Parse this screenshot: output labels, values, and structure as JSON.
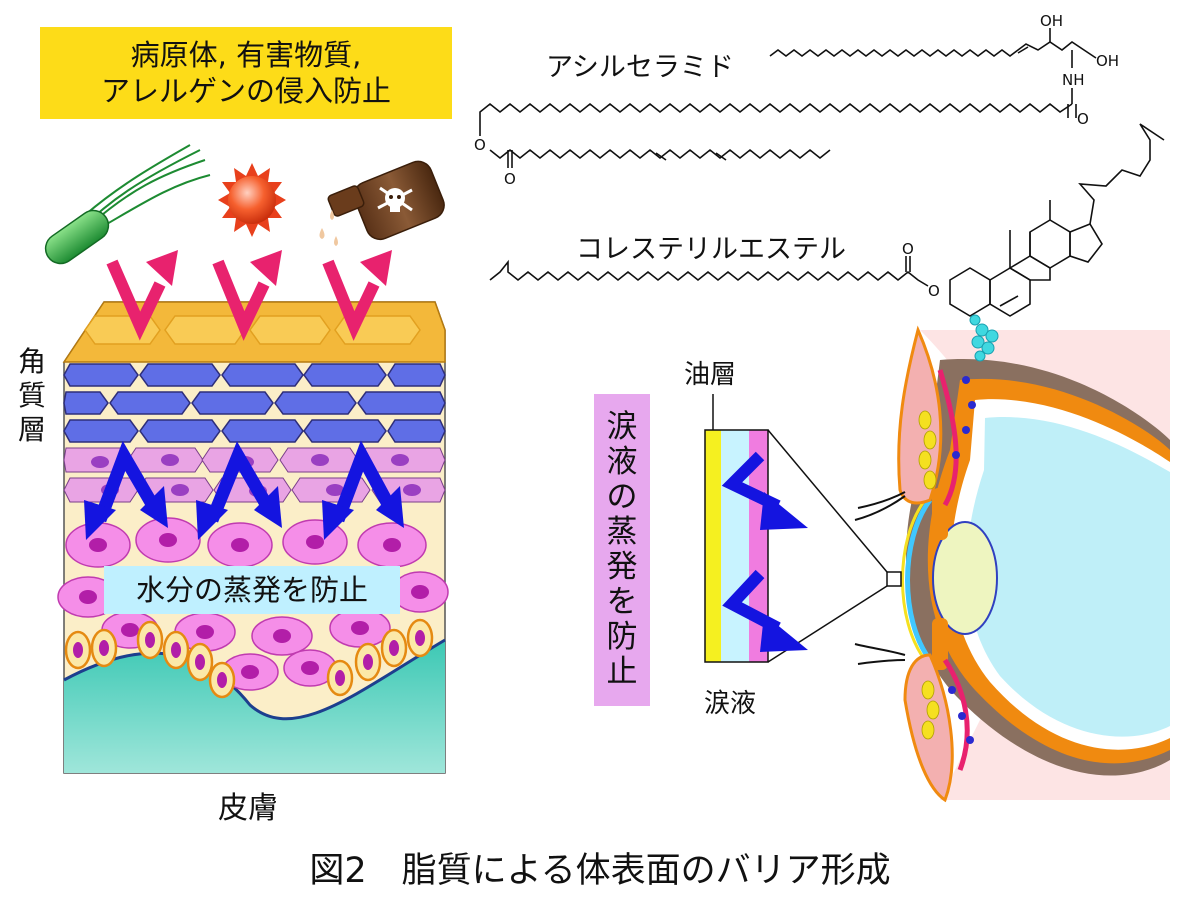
{
  "top_box": {
    "line1": "病原体, 有害物質,",
    "line2": "アレルゲンの侵入防止"
  },
  "water_box": "水分の蒸発を防止",
  "side_label": [
    "角",
    "質",
    "層"
  ],
  "skin_label": "皮膚",
  "ceramide_label": "アシルセラミド",
  "cholesteryl_label": "コレステリルエステル",
  "atoms": {
    "oh1": "OH",
    "oh2": "OH",
    "nh": "NH",
    "o_carbonyl": "O",
    "o_ester": "O",
    "o_bottom": "O",
    "o_chol1": "O",
    "o_chol2": "O"
  },
  "oil_label": "油層",
  "tear_label": "涙液",
  "tear_box": [
    "涙",
    "液",
    "の",
    "蒸",
    "発",
    "を",
    "防",
    "止"
  ],
  "caption": "図2　脂質による体表面のバリア形成",
  "colors": {
    "yellow_box": "#fddc18",
    "cyan_box": "#bff0ff",
    "pink_box": "#e7a8ee",
    "pink_arrow": "#e8226e",
    "blue_arrow": "#1414e0",
    "dermis": "#5fd2c2"
  }
}
